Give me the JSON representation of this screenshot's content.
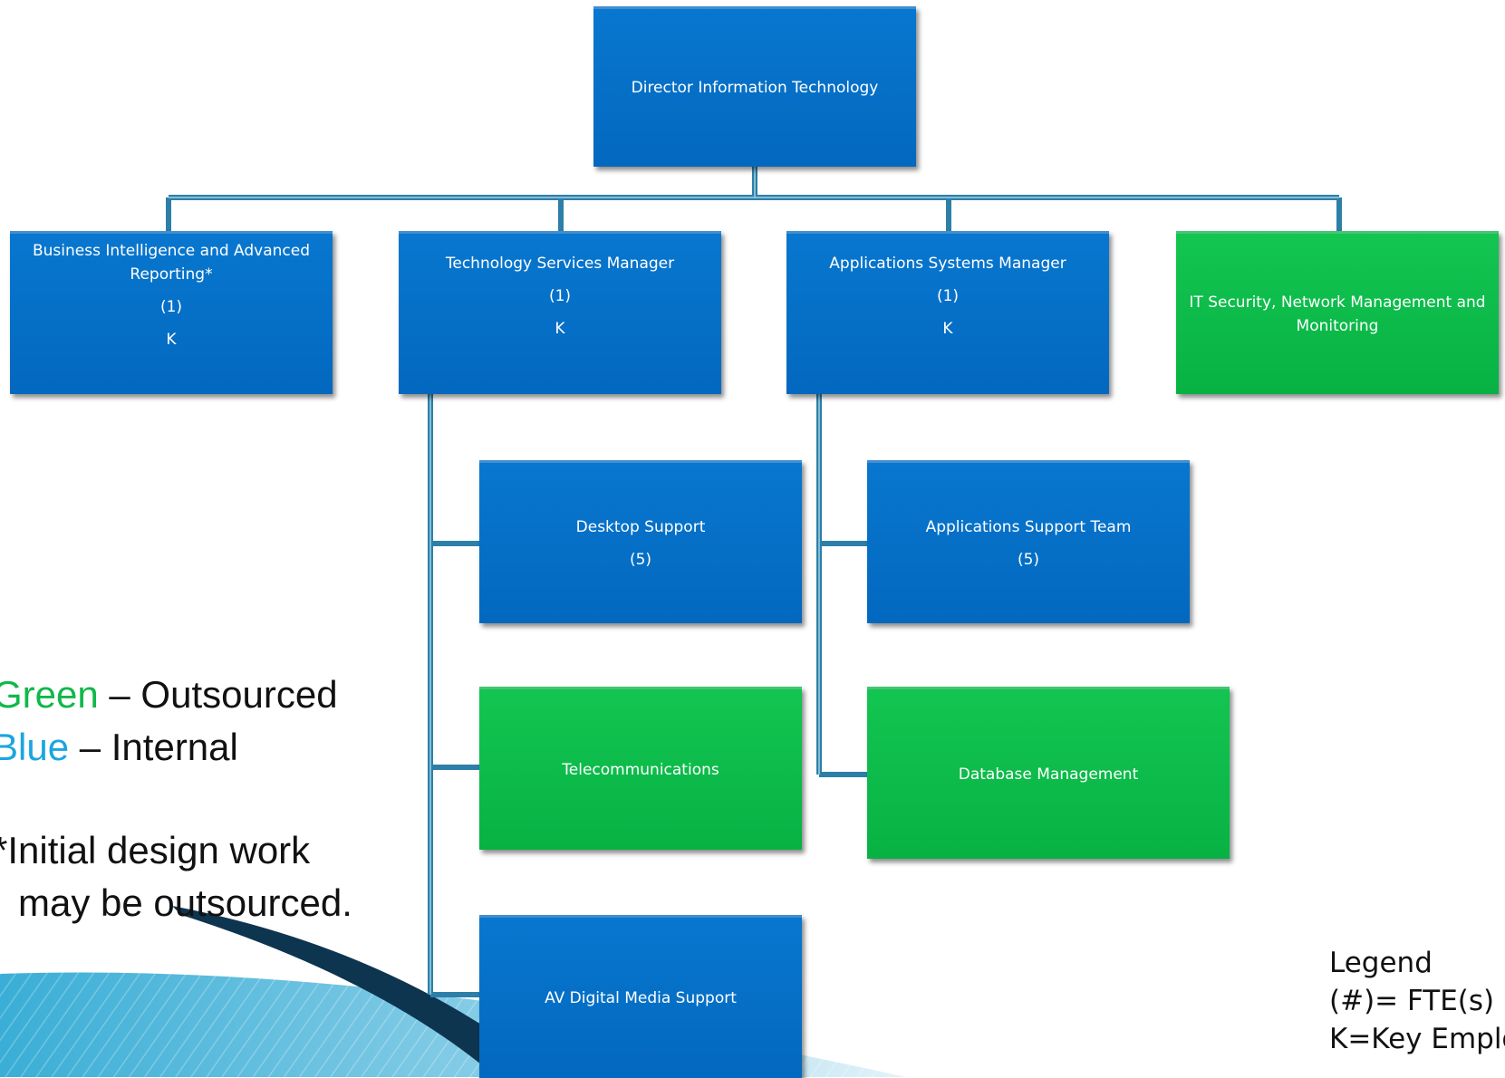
{
  "nodes": {
    "director": {
      "lines": [
        "Director Information Technology"
      ],
      "color": "blue"
    },
    "bi": {
      "lines": [
        "Business Intelligence and Advanced",
        "Reporting*",
        "(1)",
        "K"
      ],
      "color": "blue"
    },
    "tsm": {
      "lines": [
        "Technology Services Manager",
        "(1)",
        "K"
      ],
      "color": "blue"
    },
    "asm": {
      "lines": [
        "Applications Systems Manager",
        "(1)",
        "K"
      ],
      "color": "blue"
    },
    "itsec": {
      "lines": [
        "IT Security, Network Management and",
        "Monitoring"
      ],
      "color": "green"
    },
    "desktop": {
      "lines": [
        "Desktop Support",
        "(5)"
      ],
      "color": "blue"
    },
    "appsupport": {
      "lines": [
        "Applications Support Team",
        "(5)"
      ],
      "color": "blue"
    },
    "telecom": {
      "lines": [
        "Telecommunications"
      ],
      "color": "green"
    },
    "database": {
      "lines": [
        "Database Management"
      ],
      "color": "green"
    },
    "av": {
      "lines": [
        "AV Digital Media Support"
      ],
      "color": "blue"
    }
  },
  "color_legend": {
    "green_word": "Green",
    "green_rest": " – Outsourced",
    "blue_word": "Blue",
    "blue_rest": " – Internal"
  },
  "note": {
    "line1": "*Initial design work",
    "line2": "may be outsourced."
  },
  "legend": {
    "title": "Legend",
    "fte": "(#)= FTE(s)",
    "key": "K=Key Employee"
  },
  "colors": {
    "blue_box": "#0570c6",
    "green_box": "#0fbd4a",
    "connector": "#2d7fa8",
    "green_text": "#10b84a",
    "blue_text": "#1aa6e0"
  }
}
